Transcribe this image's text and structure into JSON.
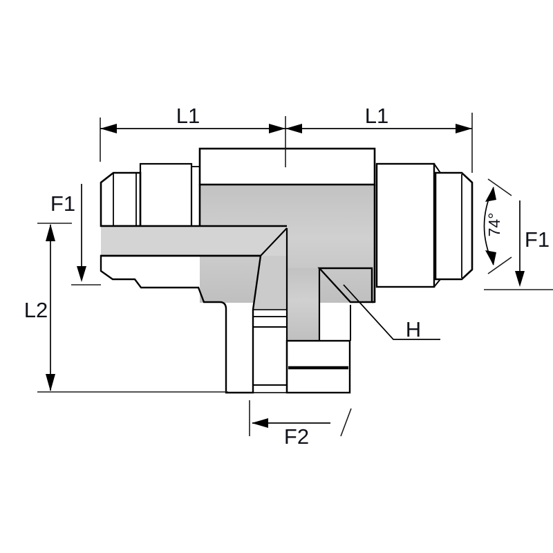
{
  "drawing": {
    "labels": {
      "l1_left": "L1",
      "l1_right": "L1",
      "f1_left": "F1",
      "f1_right": "F1",
      "l2": "L2",
      "f2": "F2",
      "h": "H",
      "angle": "74°"
    },
    "colors": {
      "background": "#ffffff",
      "outline": "#000000",
      "text": "#10121a",
      "body_gray": "#c8c8c8",
      "bore_gray": "#d4d4d4",
      "dark_face": "#7a7a7a",
      "thread_dark": "#8c8c8c",
      "hatch_line": "#0f0f0f"
    }
  }
}
